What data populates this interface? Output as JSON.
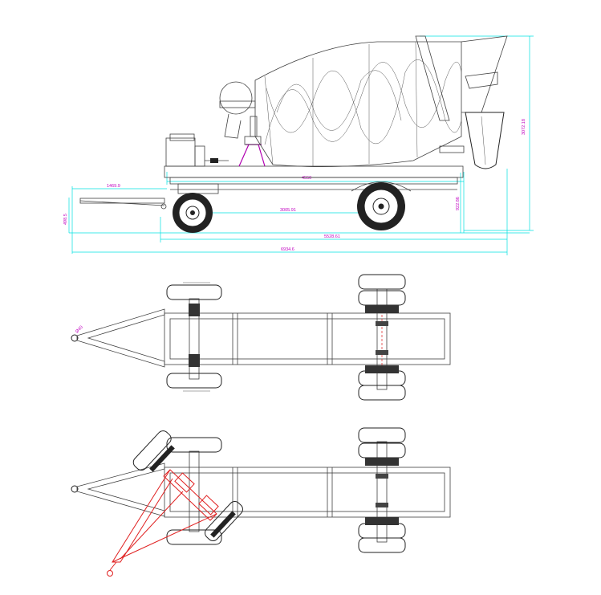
{
  "colors": {
    "dimension_text": "#c000c0",
    "dimension_line": "#00e0e0",
    "outline": "#404040",
    "alt_position": "#e02020"
  },
  "side_view": {
    "dims": {
      "overall_height": "3072.18",
      "deck_length": "4550",
      "drawbar_length": "1469.9",
      "wheelbase": "3005.91",
      "drawbar_height": "498.5",
      "deck_height": "922.86",
      "chassis_length": "5528.61",
      "overall_length": "6934.6"
    }
  },
  "top_view": {
    "hitch_label": "Ø40"
  }
}
